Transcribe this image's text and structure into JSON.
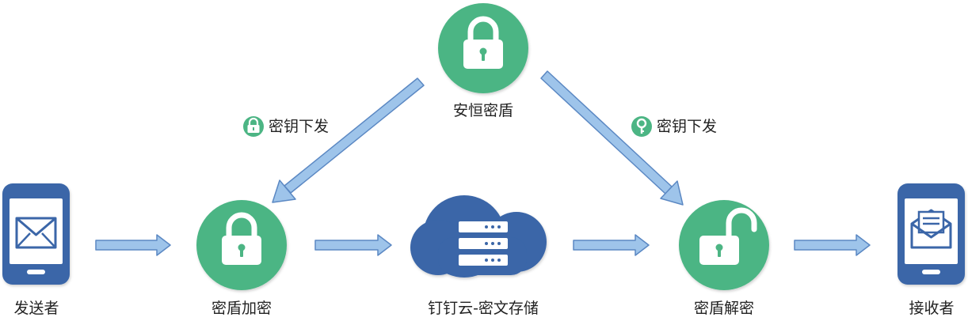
{
  "nodes": {
    "sender": {
      "label": "发送者",
      "icon": "phone-mail-icon"
    },
    "encrypt": {
      "label": "密盾加密",
      "icon": "locked-padlock-icon"
    },
    "storage": {
      "label": "钉钉云-密文存储",
      "icon": "cloud-server-icon"
    },
    "decrypt": {
      "label": "密盾解密",
      "icon": "unlocked-padlock-icon"
    },
    "receiver": {
      "label": "接收者",
      "icon": "phone-letter-icon"
    },
    "keyserver": {
      "label": "安恒密盾",
      "icon": "locked-padlock-icon"
    }
  },
  "edges": {
    "key_to_encrypt": {
      "label": "密钥下发",
      "icon": "padlock-badge-icon"
    },
    "key_to_decrypt": {
      "label": "密钥下发",
      "icon": "key-badge-icon"
    }
  },
  "colors": {
    "green": "#4cb584",
    "blue": "#3a66a8",
    "arrow_fill": "#9ec4ea",
    "arrow_stroke": "#5b88c3",
    "text": "#222222"
  }
}
